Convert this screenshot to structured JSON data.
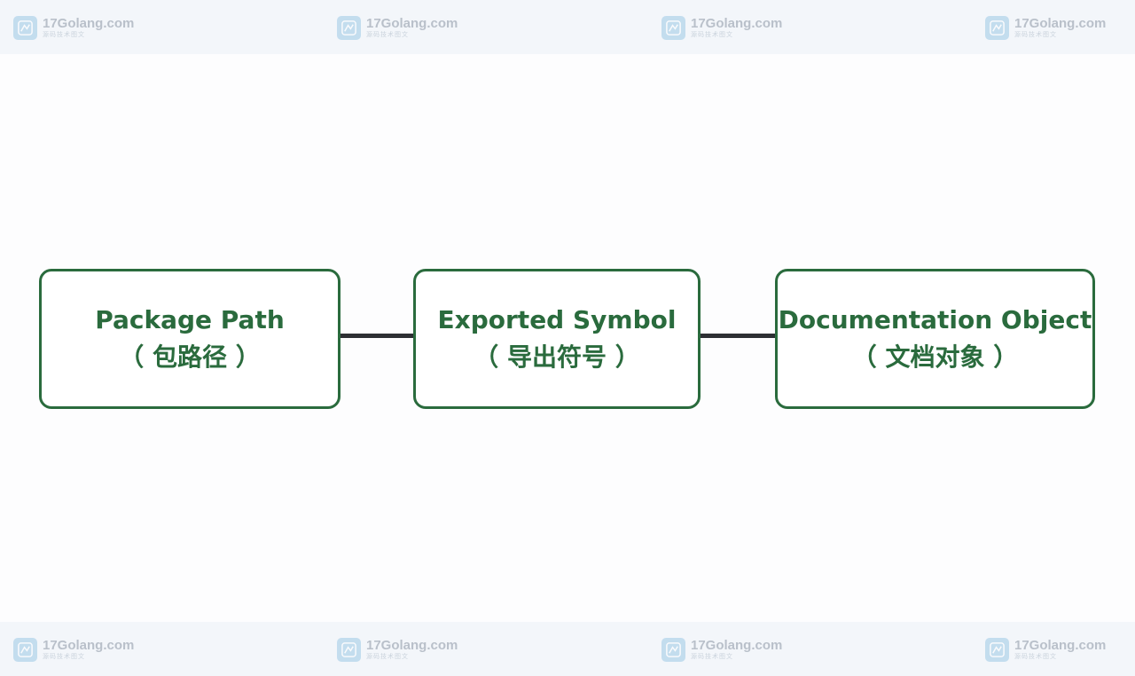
{
  "watermark": {
    "site": "17Golang.com",
    "tagline": "源码技术图文"
  },
  "diagram": {
    "nodes": [
      {
        "title": "Package Path",
        "subtitle": "（ 包路径 ）"
      },
      {
        "title": "Exported Symbol",
        "subtitle": "（ 导出符号 ）"
      },
      {
        "title": "Documentation Object",
        "subtitle": "（ 文档对象 ）"
      }
    ]
  },
  "colors": {
    "node_border": "#2a6b3d",
    "node_text": "#2a6b3d",
    "connector": "#2d2f33",
    "watermark_band": "#f3f6fa"
  }
}
